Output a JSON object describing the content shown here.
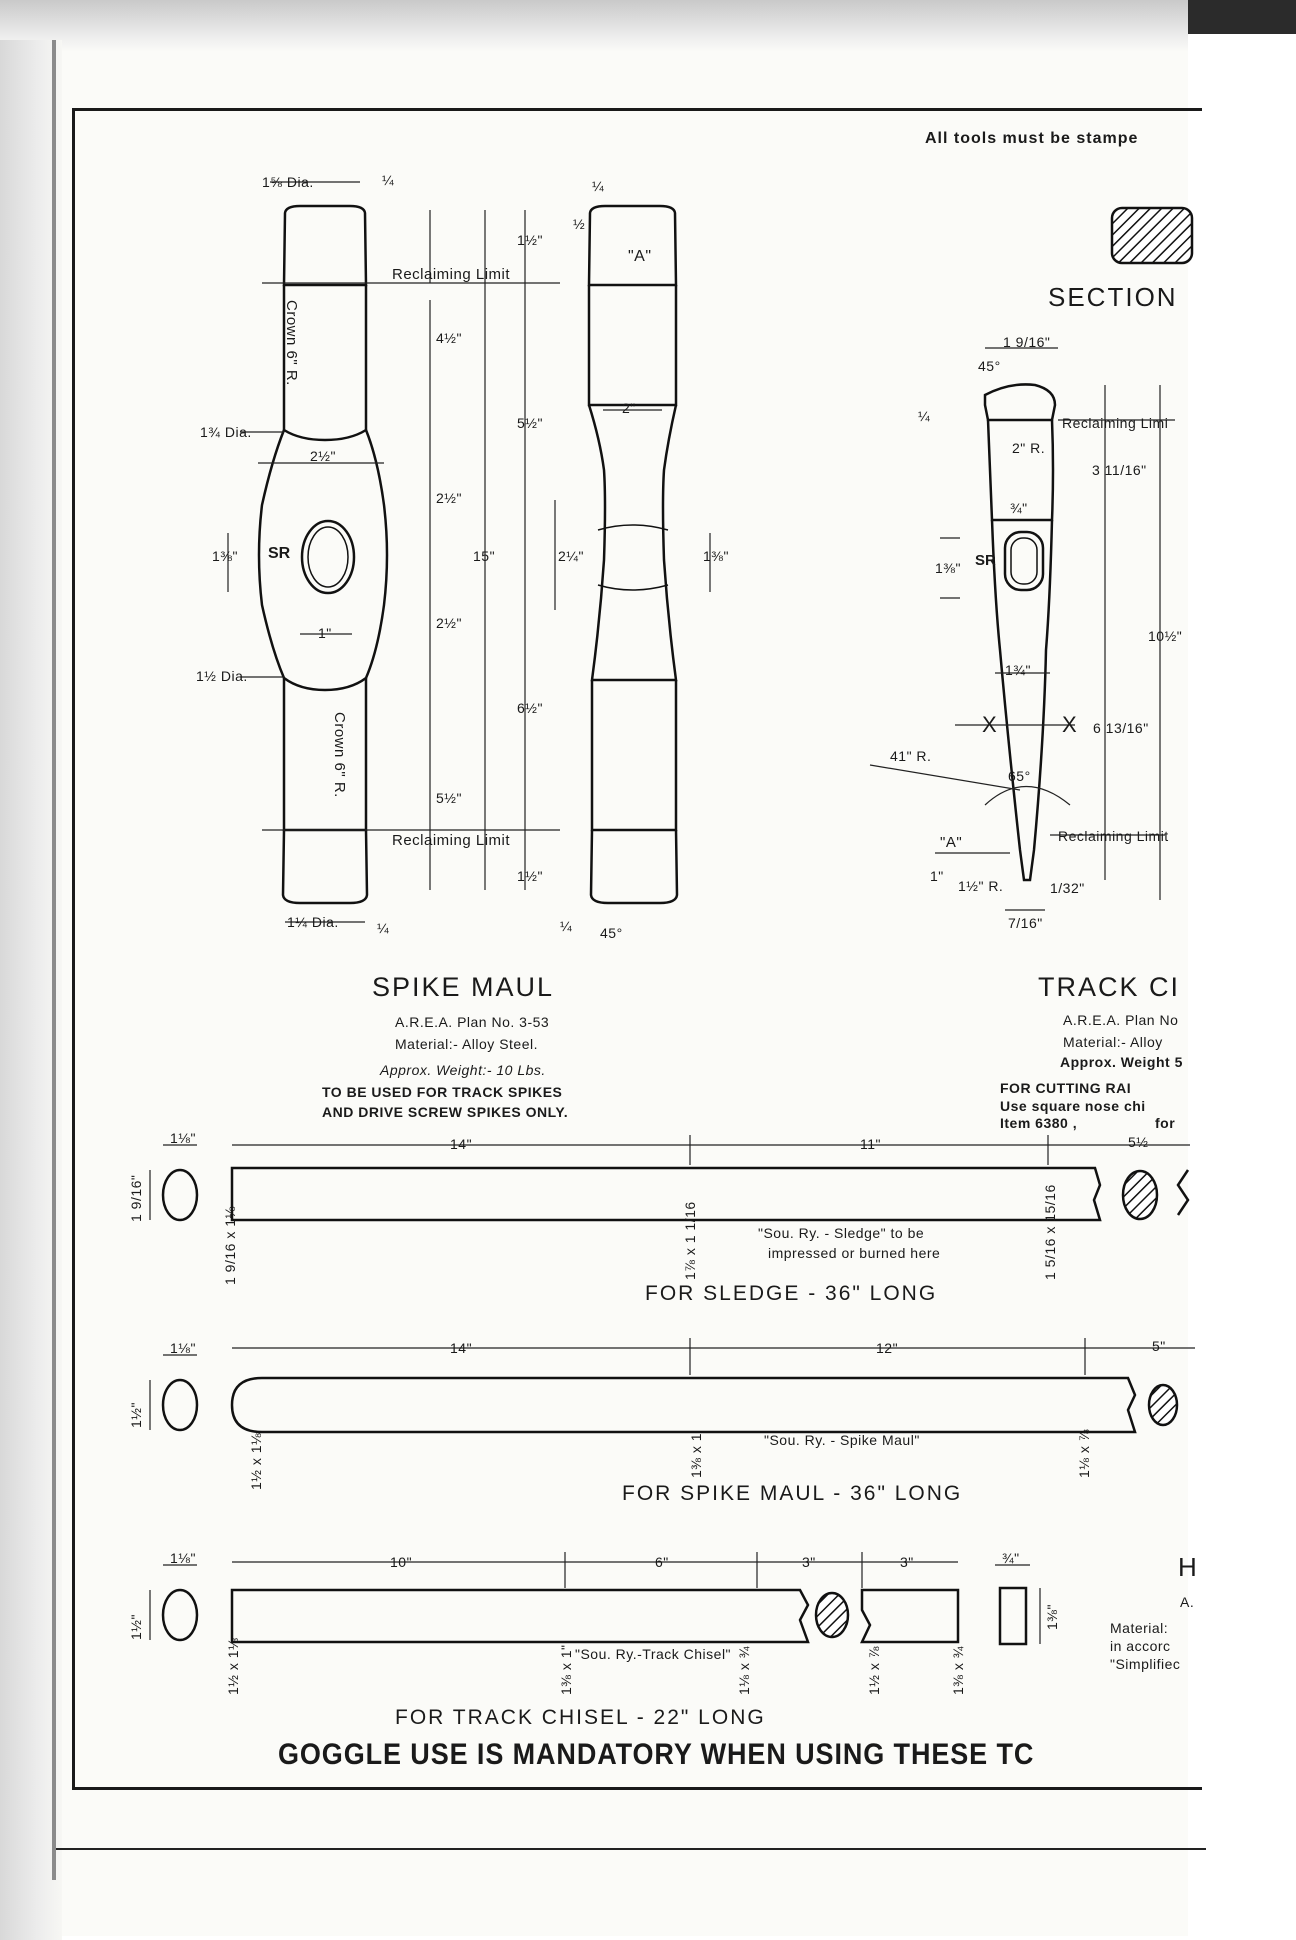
{
  "header": {
    "stamp_note": "All tools must be stampe"
  },
  "section": {
    "title": "SECTION"
  },
  "spike_maul": {
    "title": "SPIKE MAUL",
    "plan": "A.R.E.A. Plan No. 3-53",
    "material": "Material:- Alloy Steel.",
    "weight": "Approx. Weight:- 10 Lbs.",
    "usage_line1": "TO BE USED FOR TRACK SPIKES",
    "usage_line2": "AND DRIVE SCREW SPIKES ONLY.",
    "labels": {
      "dia_top": "1⅝ Dia.",
      "quarter_top": "¼",
      "half_top_right": "½",
      "quarter_top_right": "¼",
      "detail_a": "\"A\"",
      "reclaim_top": "Reclaiming Limit",
      "reclaim_bottom": "Reclaiming Limit",
      "crown_top": "Crown 6\" R.",
      "crown_bottom": "Crown 6\" R.",
      "dia_mid_top": "1¾ Dia.",
      "dia_mid_bottom": "1½ Dia.",
      "dia_bottom": "1¼ Dia.",
      "w_2_half": "2½\"",
      "w_1": "1\"",
      "w_2": "2\"",
      "h_1_3_8_left": "1⅜\"",
      "h_1_3_8_right": "1⅜\"",
      "sr": "SR",
      "v_1_half_top": "1½\"",
      "v_4_half": "4½\"",
      "v_2_half_a": "2½\"",
      "v_2_half_b": "2½\"",
      "v_5_half_bottom": "5½\"",
      "v_1_half_bottom": "1½\"",
      "v_15": "15\"",
      "v_5_half": "5½\"",
      "v_2_quarter": "2¼\"",
      "v_6_half": "6½\"",
      "quarter_bottom": "¼",
      "quarter_bottom_right": "¼",
      "angle_45": "45°"
    }
  },
  "track_chisel": {
    "title": "TRACK CI",
    "plan": "A.R.E.A. Plan No",
    "material": "Material:- Alloy",
    "weight": "Approx. Weight 5",
    "note_line1": "FOR CUTTING RAI",
    "note_line2": "Use square nose chi",
    "note_line3": "Item 6380 ,",
    "note_line3b": "for",
    "labels": {
      "w_1_9_16": "1 9/16\"",
      "angle_45": "45°",
      "quarter": "¼",
      "reclaim_top": "Reclaiming Limi",
      "r_2": "2\" R.",
      "v_3_11_16": "3 11/16\"",
      "w_3_4": "¾\"",
      "h_1_3_8": "1⅜\"",
      "sr": "SR",
      "v_10_half": "10½\"",
      "w_1_3_4": "1¾\"",
      "x_left": "X",
      "x_right": "X",
      "v_6_13_16": "6 13/16\"",
      "r_41": "41\" R.",
      "angle_65": "65°",
      "detail_a": "\"A\"",
      "reclaim_bottom": "Reclaiming Limit",
      "v_1": "1\"",
      "r_1_half": "1½\" R.",
      "v_1_32": "1/32\"",
      "w_7_16": "7/16\""
    }
  },
  "handles": {
    "sledge": {
      "caption": "FOR SLEDGE - 36\" LONG",
      "end_w": "1⅛\"",
      "end_h": "1 9/16\"",
      "d1": "14\"",
      "d2": "11\"",
      "d3": "5½",
      "s1": "1 9/16 x 1⅛",
      "s2": "1⅞ x 1 1/16",
      "s3": "1 5/16 x 15/16",
      "note_line1": "\"Sou. Ry. - Sledge\" to be",
      "note_line2": "impressed or burned here"
    },
    "spike_maul": {
      "caption": "FOR SPIKE MAUL - 36\" LONG",
      "end_w": "1⅛\"",
      "end_h": "1½\"",
      "d1": "14\"",
      "d2": "12\"",
      "d3": "5\"",
      "s1": "1½ x 1⅛",
      "s2": "1⅜ x 1",
      "s3": "1⅛ x ⅞",
      "note": "\"Sou. Ry. - Spike Maul\""
    },
    "track_chisel": {
      "caption": "FOR TRACK CHISEL - 22\" LONG",
      "end_w": "1⅛\"",
      "end_h": "1½\"",
      "d1": "10\"",
      "d2": "6\"",
      "d3": "3\"",
      "d4": "3\"",
      "s1": "1½ x 1⅛",
      "s2": "1⅜ x 1\"",
      "s3": "1⅛ x ¾",
      "s4": "1½ x ⅞",
      "s5": "1⅜ x ¾",
      "note": "\"Sou. Ry.-Track Chisel\"",
      "wedge_w": "¾\"",
      "wedge_h": "1⅜\""
    }
  },
  "h_section": {
    "title": "H",
    "line_a": "A.",
    "material": "Material:",
    "line2": "in accorc",
    "line3": "\"Simplifiec"
  },
  "footer": {
    "warning": "GOGGLE USE IS MANDATORY WHEN USING THESE TC"
  }
}
